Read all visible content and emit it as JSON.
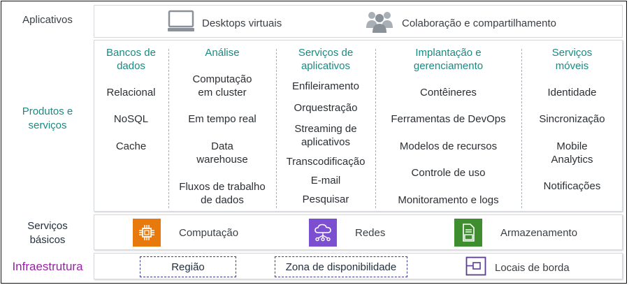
{
  "rows": {
    "applications": "Aplicativos",
    "products": "Produtos e\nserviços",
    "foundation": "Serviços\nbásicos",
    "infrastructure": "Infraestrutura"
  },
  "applications": {
    "items": [
      {
        "label": "Desktops virtuais",
        "icon": "desktop-icon"
      },
      {
        "label": "Colaboração e compartilhamento",
        "icon": "people-group-icon"
      }
    ]
  },
  "columns": [
    {
      "title": "Bancos de\ndados",
      "items": [
        "Relacional",
        "NoSQL",
        "Cache"
      ]
    },
    {
      "title": "Análise",
      "items": [
        "Computação\nem cluster",
        "Em tempo real",
        "Data\nwarehouse",
        "Fluxos de trabalho\nde dados"
      ]
    },
    {
      "title": "Serviços de\naplicativos",
      "items": [
        "Enfileiramento",
        "Orquestração",
        "Streaming de\naplicativos",
        "Transcodificação",
        "E-mail",
        "Pesquisar"
      ]
    },
    {
      "title": "Implantação e\ngerenciamento",
      "items": [
        "Contêineres",
        "Ferramentas de DevOps",
        "Modelos de recursos",
        "Controle de uso",
        "Monitoramento e logs"
      ]
    },
    {
      "title": "Serviços\nmóveis",
      "items": [
        "Identidade",
        "Sincronização",
        "Mobile\nAnalytics",
        "Notificações"
      ]
    }
  ],
  "foundation": {
    "items": [
      {
        "label": "Computação",
        "icon": "chip-icon",
        "color": "#e8790c"
      },
      {
        "label": "Redes",
        "icon": "cloud-network-icon",
        "color": "#7b4fd0"
      },
      {
        "label": "Armazenamento",
        "icon": "storage-icon",
        "color": "#3e8e2f"
      }
    ]
  },
  "infrastructure": {
    "items": [
      {
        "label": "Região"
      },
      {
        "label": "Zona de disponibilidade"
      },
      {
        "label": "Locais de borda",
        "icon": "edge-location-icon"
      }
    ]
  },
  "colors": {
    "teal": "#1a8a82",
    "infra_purple": "#9b1fa8",
    "region_border": "#3b3b8f"
  }
}
